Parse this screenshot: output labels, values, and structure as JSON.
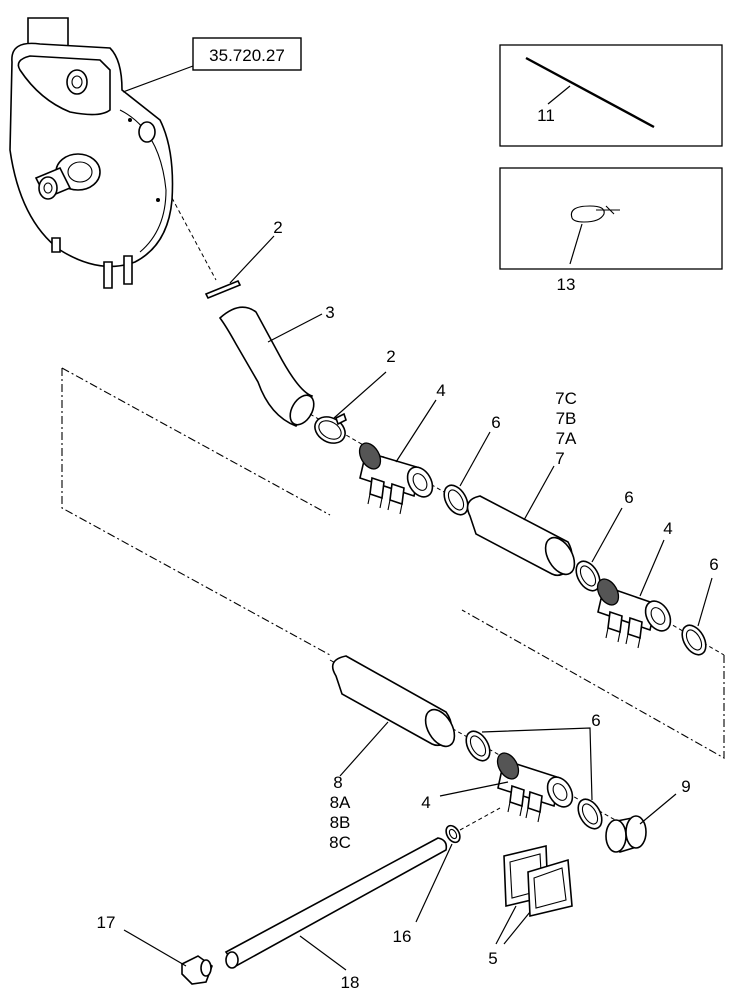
{
  "reference": {
    "text": "35.720.27"
  },
  "callouts": {
    "c2a": "2",
    "c3": "3",
    "c2b": "2",
    "c4a": "4",
    "c6a": "6",
    "c7": [
      "7C",
      "7B",
      "7A",
      "7"
    ],
    "c6b": "6",
    "c4b": "4",
    "c6c": "6",
    "c11": "11",
    "c13": "13",
    "c6d": "6",
    "c8": [
      "8",
      "8A",
      "8B",
      "8C"
    ],
    "c4c": "4",
    "c9": "9",
    "c16": "16",
    "c17": "17",
    "c18": "18",
    "c5": "5"
  },
  "icons": [
    "fan-housing-icon",
    "pin-icon",
    "elbow-tube-icon",
    "hose-clamp-icon",
    "tee-manifold-icon",
    "o-ring-icon",
    "tube-icon",
    "end-cap-icon",
    "gasket-icon",
    "hose-icon",
    "elbow-fitting-icon",
    "rod-icon",
    "cable-tie-icon"
  ]
}
